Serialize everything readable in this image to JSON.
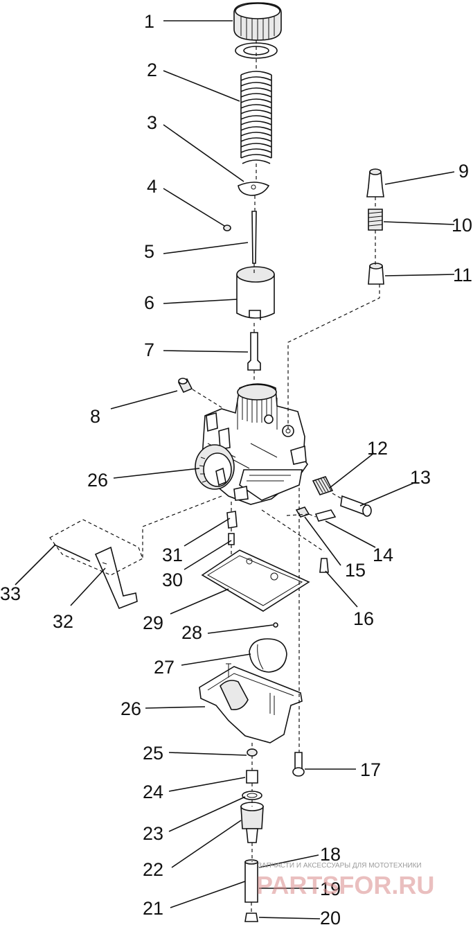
{
  "labels": {
    "l1": "1",
    "l2": "2",
    "l3": "3",
    "l4": "4",
    "l5": "5",
    "l6": "6",
    "l7": "7",
    "l8": "8",
    "l9": "9",
    "l10": "10",
    "l11": "11",
    "l12": "12",
    "l13": "13",
    "l14": "14",
    "l15": "15",
    "l16": "16",
    "l17": "17",
    "l18": "18",
    "l19": "19",
    "l20": "20",
    "l21": "21",
    "l22": "22",
    "l23": "23",
    "l24": "24",
    "l25": "25",
    "l26a": "26",
    "l26b": "26",
    "l27": "27",
    "l28": "28",
    "l29": "29",
    "l30": "30",
    "l31": "31",
    "l32": "32",
    "l33": "33"
  },
  "watermark": {
    "subtitle": "ЗАПЧАСТИ И АКСЕССУАРЫ ДЛЯ МОТОТЕХНИКИ",
    "brand": "PARTSFOR.RU"
  }
}
